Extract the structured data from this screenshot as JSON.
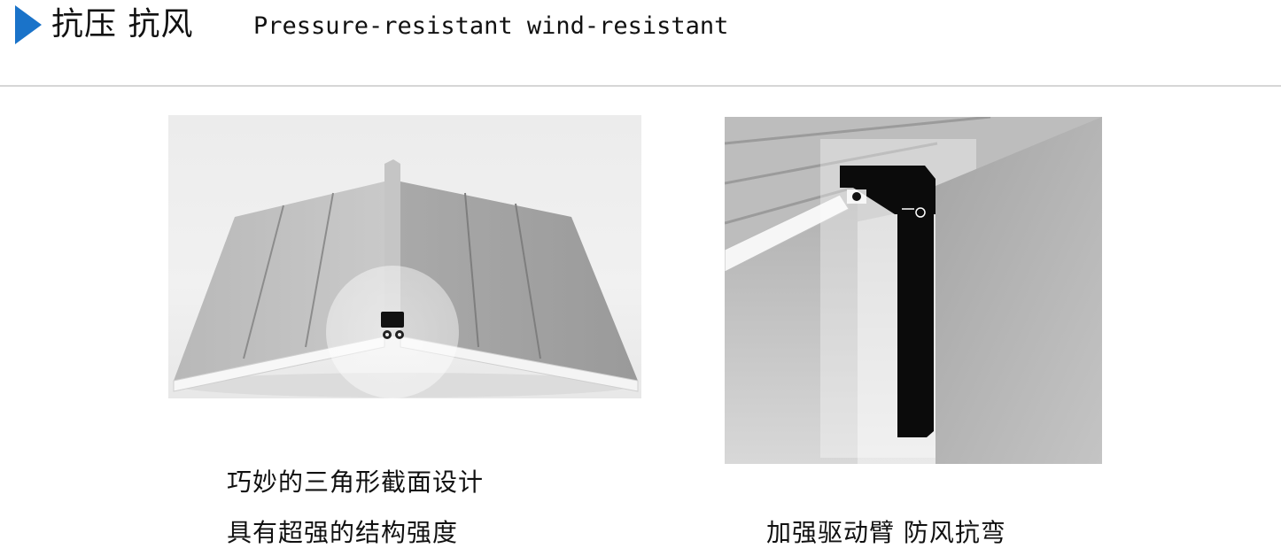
{
  "header": {
    "title_cn": "抗压 抗风",
    "title_en": "Pressure-resistant wind-resistant",
    "marker_icon": "triangle-right-icon",
    "accent_color": "#1a73c9"
  },
  "captions": {
    "left_line1": "巧妙的三角形截面设计",
    "left_line2": "具有超强的结构强度",
    "right_line": "加强驱动臂 防风抗弯"
  }
}
